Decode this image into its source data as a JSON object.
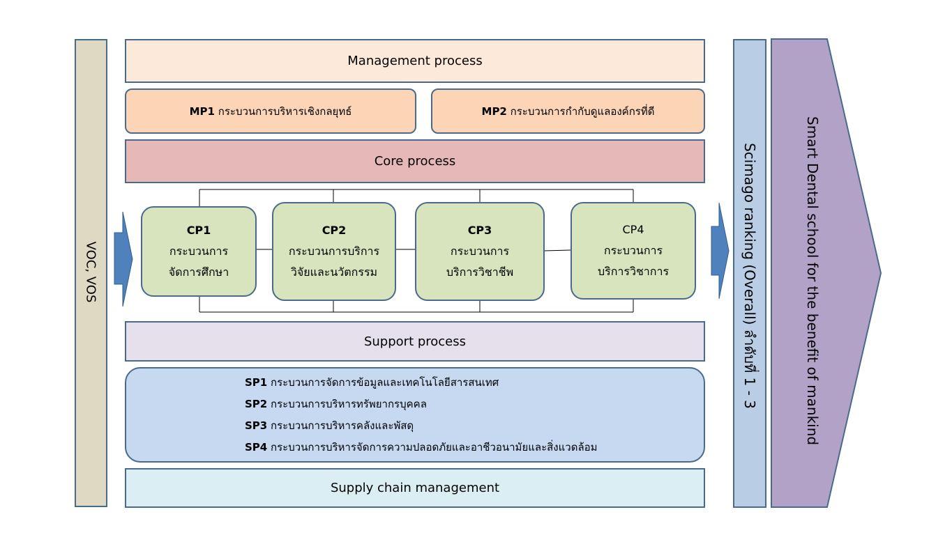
{
  "left_bar": {
    "label": "VOC, VOS"
  },
  "management": {
    "title": "Management process",
    "mp1_code": "MP1",
    "mp1_text": "กระบวนการบริหารเชิงกลยุทธ์",
    "mp2_code": "MP2",
    "mp2_text": "กระบวนการกำกับดูแลองค์กรที่ดี"
  },
  "core": {
    "title": "Core process",
    "items": [
      {
        "code": "CP1",
        "line1": "กระบวนการ",
        "line2": "จัดการศึกษา"
      },
      {
        "code": "CP2",
        "line1": "กระบวนการบริการ",
        "line2": "วิจัยและนวัตกรรม"
      },
      {
        "code": "CP3",
        "line1": "กระบวนการ",
        "line2": "บริการวิชาชีพ"
      },
      {
        "code": "CP4",
        "line1": "กระบวนการ",
        "line2": "บริการวิชาการ"
      }
    ]
  },
  "support": {
    "title": "Support process",
    "items": [
      {
        "code": "SP1",
        "text": "กระบวนการจัดการข้อมูลและเทคโนโลยีสารสนเทศ"
      },
      {
        "code": "SP2",
        "text": "กระบวนการบริหารทรัพยากรบุคคล"
      },
      {
        "code": "SP3",
        "text": "กระบวนการบริหารคลังและพัสดุ"
      },
      {
        "code": "SP4",
        "text": "กระบวนการบริหารจัดการความปลอดภัยและอาชีวอนามัยและสิ่งแวดล้อม"
      }
    ]
  },
  "supply": {
    "title": "Supply chain management"
  },
  "ranking": {
    "label": "Scimago  ranking  (Overall)  ลำดับที่ 1 - 3"
  },
  "goal": {
    "label": "Smart Dental school for the benefit of mankind"
  },
  "colors": {
    "border": "#4a6a8c",
    "arrow": "#4f81bd",
    "left_bar": "#ddd9c3",
    "management": "#fde9d9",
    "mp": "#fbd5b5",
    "core": "#e6b9b8",
    "cp": "#d7e4bd",
    "support": "#e5e0ec",
    "sp": "#c6d9f1",
    "supply": "#dbeef4",
    "ranking": "#b9cde5",
    "goal": "#b3a2c7"
  }
}
